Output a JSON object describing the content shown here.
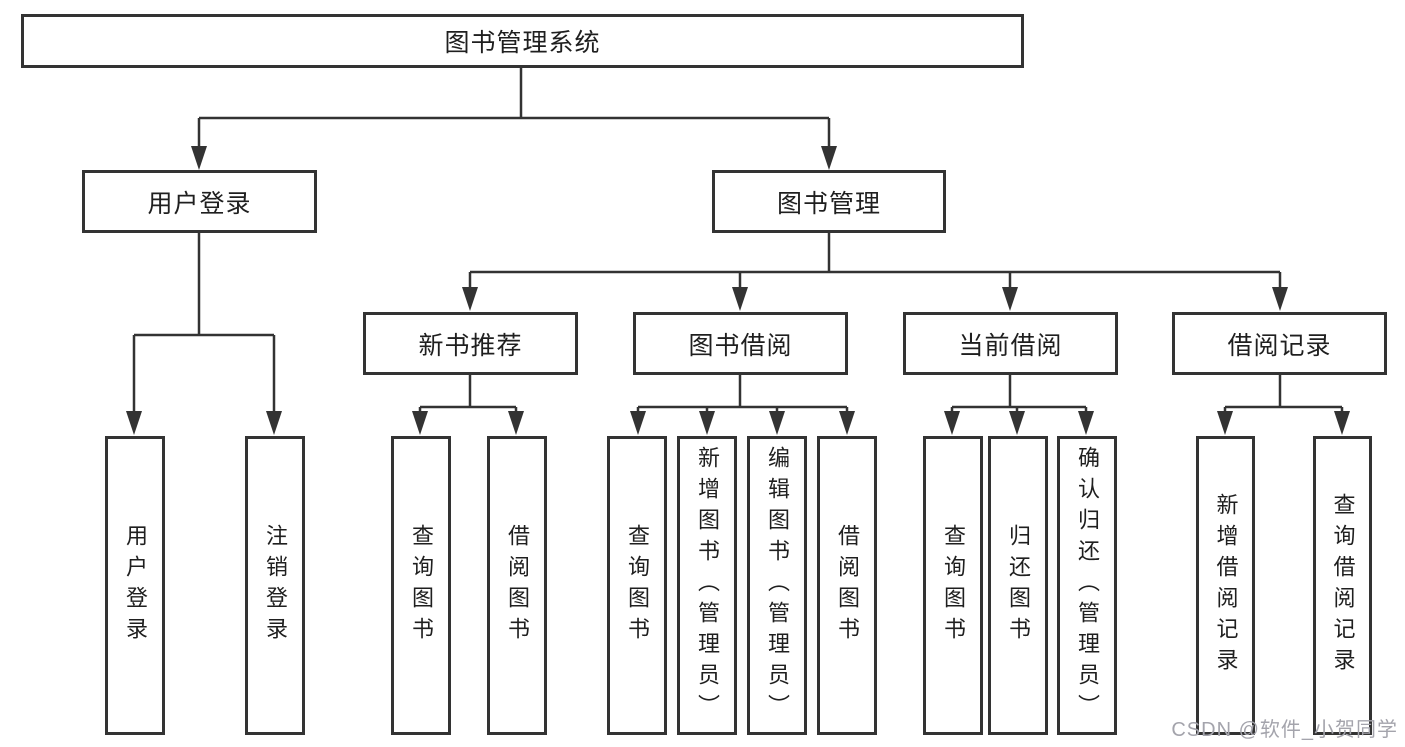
{
  "diagram": {
    "root": {
      "label": "图书管理系统"
    },
    "level2": [
      {
        "label": "用户登录"
      },
      {
        "label": "图书管理"
      }
    ],
    "level3": [
      {
        "label": "新书推荐"
      },
      {
        "label": "图书借阅"
      },
      {
        "label": "当前借阅"
      },
      {
        "label": "借阅记录"
      }
    ],
    "leaves": {
      "user": [
        "用户登录",
        "注销登录"
      ],
      "recommend": [
        "查询图书",
        "借阅图书"
      ],
      "borrow": [
        "查询图书",
        "新增图书（管理员）",
        "编辑图书（管理员）",
        "借阅图书"
      ],
      "current": [
        "查询图书",
        "归还图书",
        "确认归还（管理员）"
      ],
      "records": [
        "新增借阅记录",
        "查询借阅记录"
      ]
    },
    "colors": {
      "line": "#333333",
      "box_border": "#333333",
      "box_fill": "#ffffff",
      "text": "#1f1f1f",
      "watermark": "#a4a4ac"
    },
    "watermark": "CSDN @软件_小贺同学"
  }
}
